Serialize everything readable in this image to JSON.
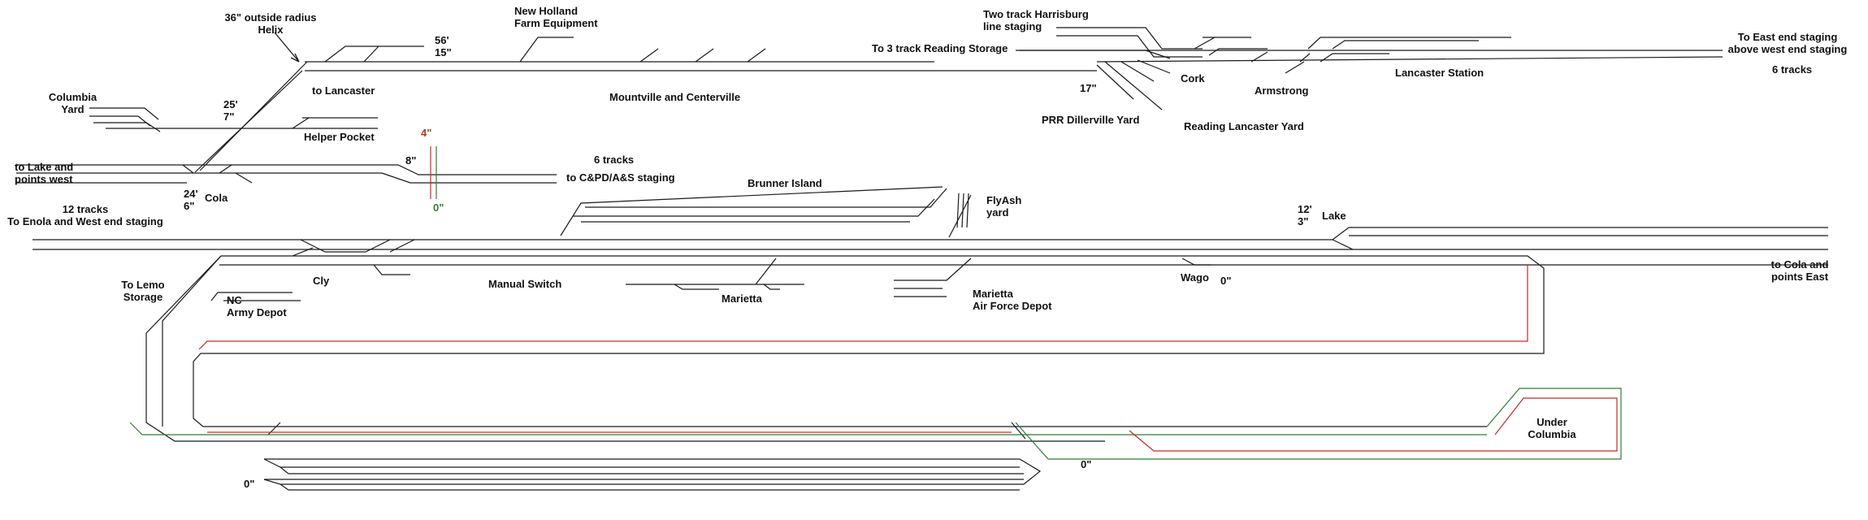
{
  "colors": {
    "track": "#1a1a1a",
    "upper_grade_track": "#2e7d32",
    "lower_grade_track": "#c62828",
    "elevation_4in": "#b23a1e",
    "elevation_0in": "#2e7d32"
  },
  "labels": {
    "helix_line1": "36\" outside radius",
    "helix_line2": "Helix",
    "helix_dim_1": "56'",
    "helix_dim_2": "15\"",
    "new_holland_1": "New Holland",
    "new_holland_2": "Farm Equipment",
    "two_track_1": "Two track Harrisburg",
    "two_track_2": "line staging",
    "reading_storage": "To 3 track Reading Storage",
    "east_staging_1": "To East end staging",
    "east_staging_2": "above west end staging",
    "six_tracks_east": "6 tracks",
    "columbia_yard_1": "Columbia",
    "columbia_yard_2": "Yard",
    "to_lancaster": "to Lancaster",
    "mountville": "Mountville and Centerville",
    "cork": "Cork",
    "armstrong": "Armstrong",
    "lancaster_station": "Lancaster Station",
    "dim_17": "17\"",
    "prr_dillerville": "PRR Dillerville Yard",
    "reading_lancaster": "Reading Lancaster Yard",
    "dim_25_1": "25'",
    "dim_25_2": "7\"",
    "helper_pocket": "Helper Pocket",
    "elev_4": "4\"",
    "elev_8": "8\"",
    "six_tracks_west": "6 tracks",
    "to_staging": "to C&PD/A&S staging",
    "to_lake_1": "to Lake and",
    "to_lake_2": "points west",
    "dim_24_1": "24'",
    "dim_24_2": "6\"",
    "cola": "Cola",
    "elev_0_green": "0\"",
    "brunner_island": "Brunner Island",
    "flyash_1": "FlyAsh",
    "flyash_2": "yard",
    "twelve_tracks_1": "12 tracks",
    "twelve_tracks_2": "To Enola and West end staging",
    "dim_12_1": "12'",
    "dim_12_2": "3\"",
    "lake": "Lake",
    "to_cola_1": "to Cola and",
    "to_cola_2": "points East",
    "to_lemo_1": "To Lemo",
    "to_lemo_2": "Storage",
    "cly": "Cly",
    "manual_switch": "Manual Switch",
    "nc_1": "NC",
    "nc_2": "Army Depot",
    "marietta": "Marietta",
    "marietta_af_1": "Marietta",
    "marietta_af_2": "Air Force Depot",
    "wago": "Wago",
    "wago_elev": "0\"",
    "under_columbia_1": "Under",
    "under_columbia_2": "Columbia",
    "elev_0_bottom": "0\"",
    "elev_0_lower": "0\""
  }
}
